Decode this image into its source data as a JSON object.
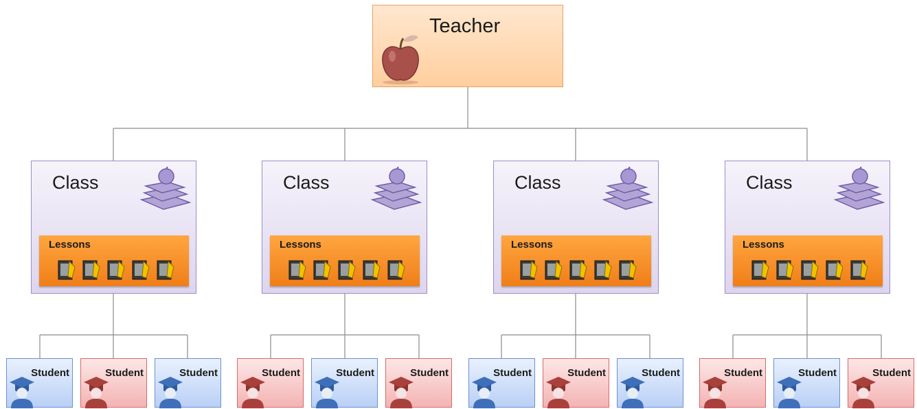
{
  "teacher": {
    "title": "Teacher",
    "icon": "apple-icon"
  },
  "classes": [
    {
      "title": "Class",
      "icon": "books-apple-icon",
      "lessons": {
        "label": "Lessons",
        "count": 5,
        "icon": "lesson-book-icon"
      },
      "students": [
        {
          "label": "Student",
          "color": "blue"
        },
        {
          "label": "Student",
          "color": "red"
        },
        {
          "label": "Student",
          "color": "blue"
        }
      ]
    },
    {
      "title": "Class",
      "icon": "books-apple-icon",
      "lessons": {
        "label": "Lessons",
        "count": 5,
        "icon": "lesson-book-icon"
      },
      "students": [
        {
          "label": "Student",
          "color": "red"
        },
        {
          "label": "Student",
          "color": "blue"
        },
        {
          "label": "Student",
          "color": "red"
        }
      ]
    },
    {
      "title": "Class",
      "icon": "books-apple-icon",
      "lessons": {
        "label": "Lessons",
        "count": 5,
        "icon": "lesson-book-icon"
      },
      "students": [
        {
          "label": "Student",
          "color": "blue"
        },
        {
          "label": "Student",
          "color": "red"
        },
        {
          "label": "Student",
          "color": "blue"
        }
      ]
    },
    {
      "title": "Class",
      "icon": "books-apple-icon",
      "lessons": {
        "label": "Lessons",
        "count": 5,
        "icon": "lesson-book-icon"
      },
      "students": [
        {
          "label": "Student",
          "color": "red"
        },
        {
          "label": "Student",
          "color": "blue"
        },
        {
          "label": "Student",
          "color": "red"
        }
      ]
    }
  ],
  "colors": {
    "teacher_fill": "#ffcf9e",
    "class_fill": "#ddd5ee",
    "lessons_fill": "#f58a22",
    "student_blue": "#b9d0f5",
    "student_red": "#f4b3b3",
    "connector": "#7f7f7f"
  }
}
